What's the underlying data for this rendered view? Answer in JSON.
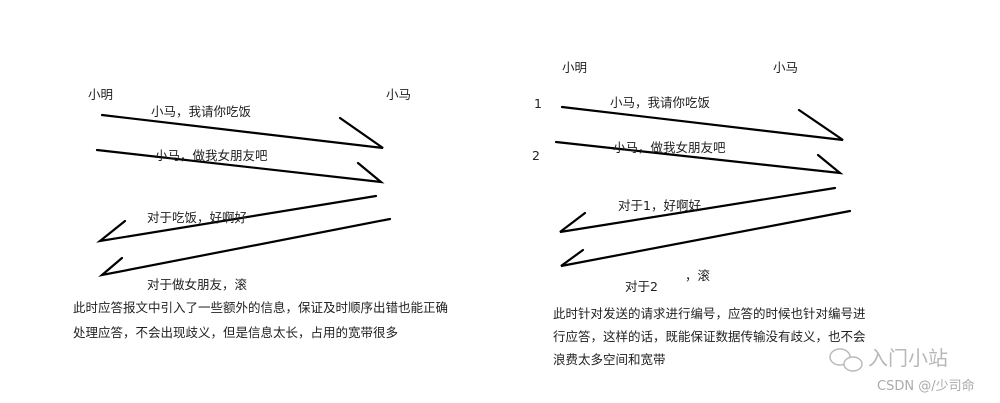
{
  "left": {
    "actor_a": "小明",
    "actor_b": "小马",
    "messages": [
      "小马，我请你吃饭",
      "小马，做我女朋友吧",
      "对于吃饭，好啊好",
      "对于做女朋友，滚"
    ],
    "caption": [
      "此时应答报文中引入了一些额外的信息，保证及时顺序出错也能正确",
      "处理应答，不会出现歧义，但是信息太长，占用的宽带很多"
    ]
  },
  "right": {
    "actor_a": "小明",
    "actor_b": "小马",
    "seq": [
      "1",
      "2"
    ],
    "messages": [
      "小马，我请你吃饭",
      "小马，做我女朋友吧",
      "对于1，好啊好",
      "对于2",
      "，滚"
    ],
    "caption": [
      "此时针对发送的请求进行编号，应答的时候也针对编号进",
      "行应答，这样的话，既能保证数据传输没有歧义，也不会",
      "浪费太多空间和宽带"
    ]
  },
  "watermark": {
    "wechat": "入门小站",
    "csdn": "CSDN @/少司命"
  }
}
